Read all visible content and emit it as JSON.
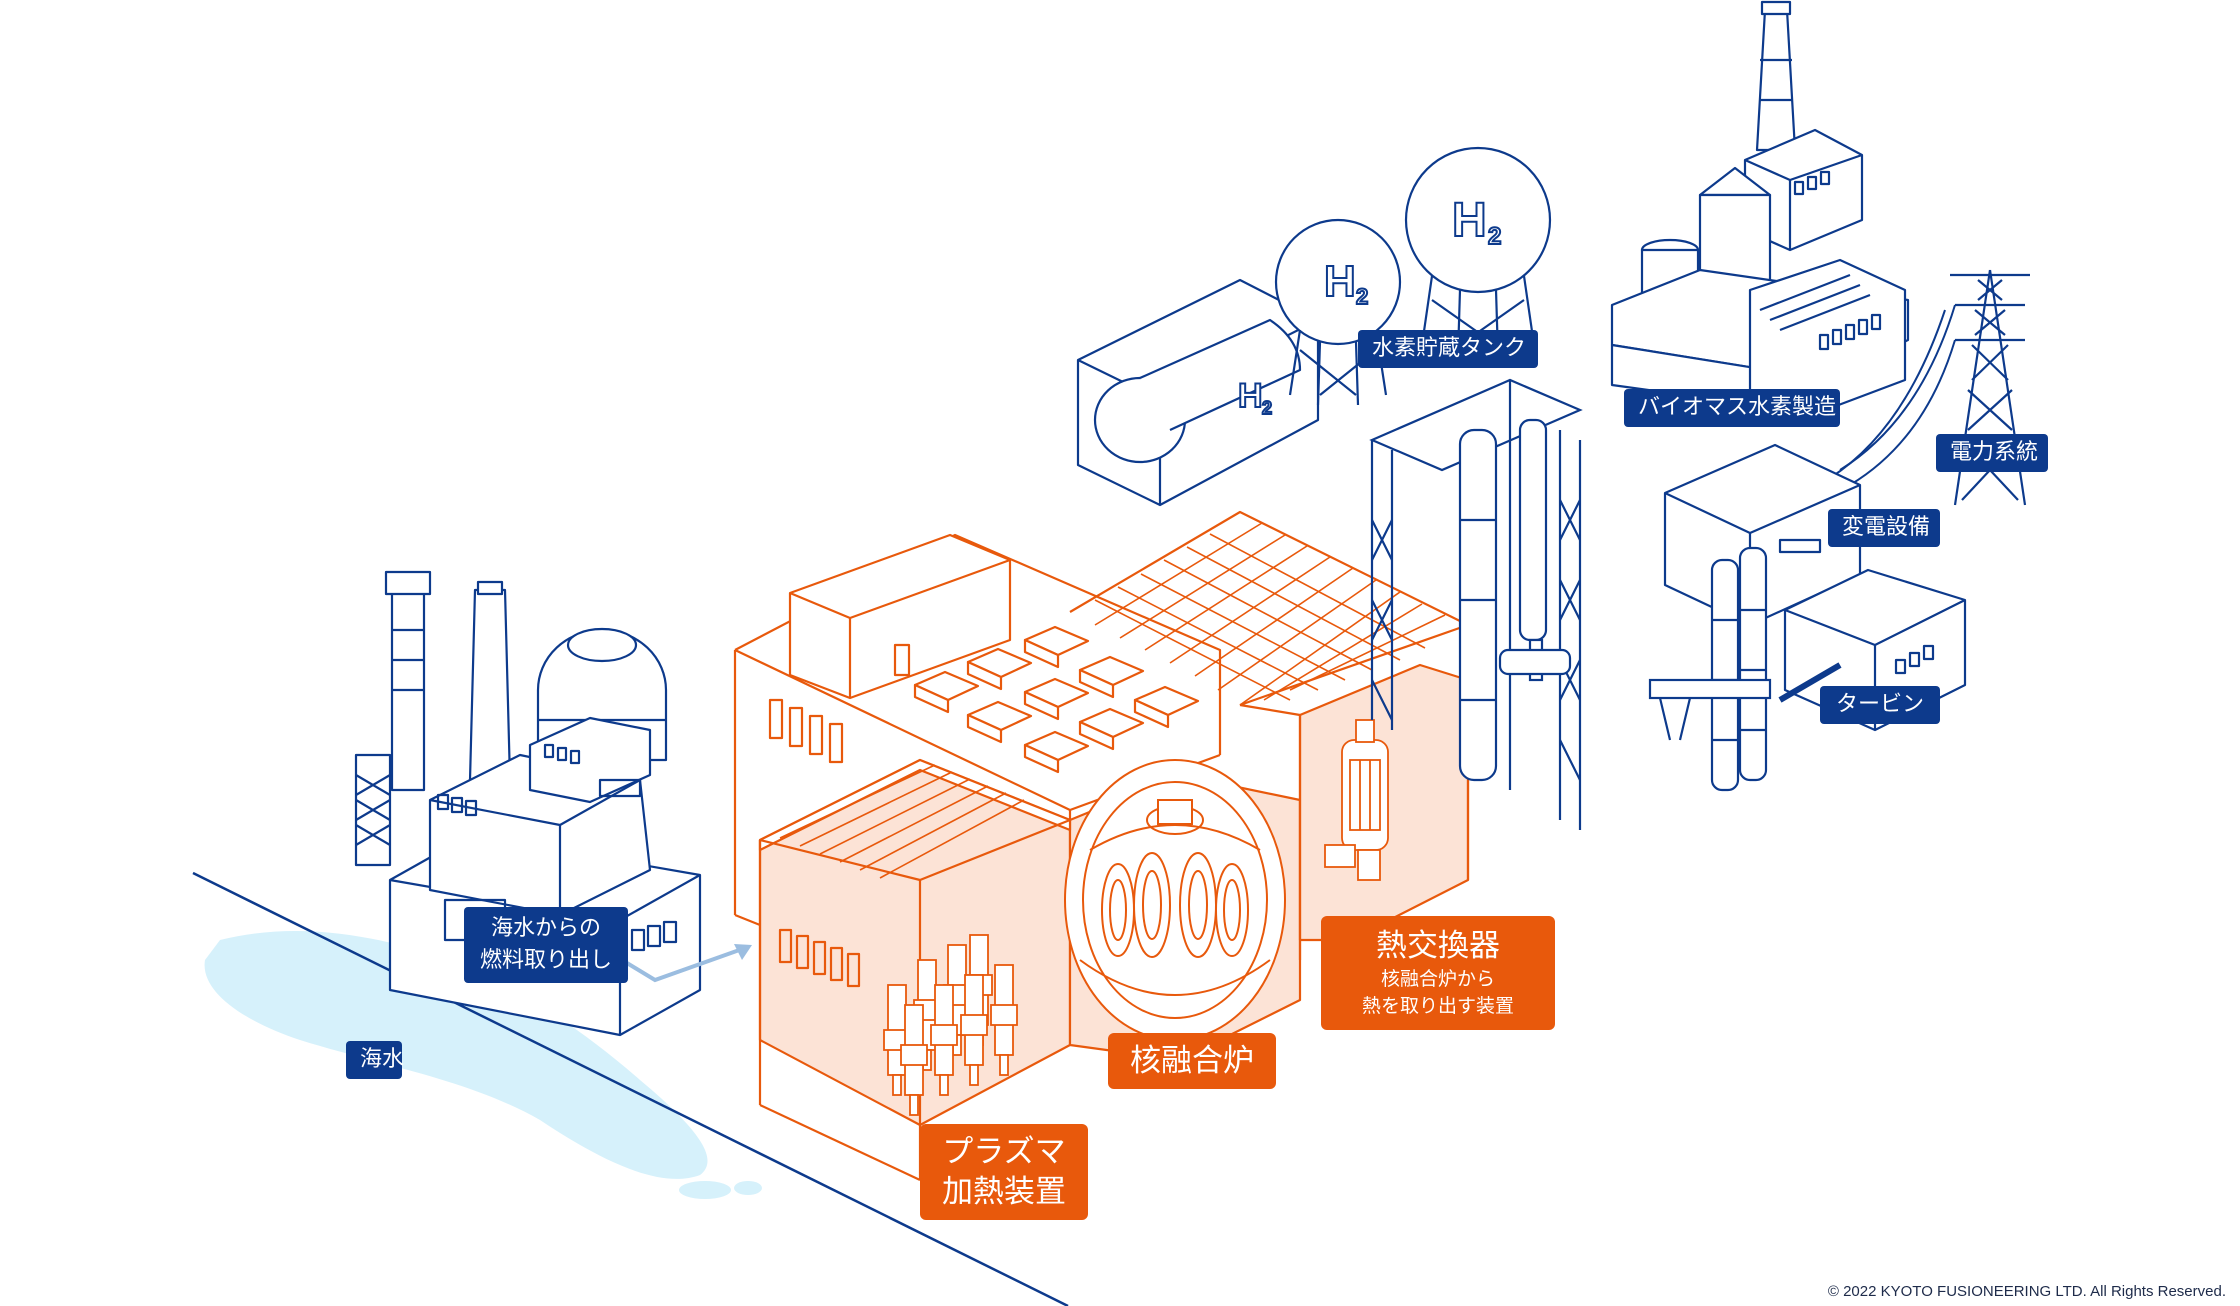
{
  "labels": {
    "sea": "海水",
    "fuel_extraction": [
      "海水からの",
      "燃料取り出し"
    ],
    "hydrogen_tanks": "水素貯蔵タンク",
    "biomass_h2": "バイオマス水素製造",
    "grid": "電力系統",
    "substation": "変電設備",
    "turbine": "タービン",
    "heat_exchanger": {
      "title": "熱交換器",
      "sub": [
        "核融合炉から",
        "熱を取り出す装置"
      ]
    },
    "fusion_reactor": "核融合炉",
    "plasma_heating": [
      "プラズマ",
      "加熱装置"
    ]
  },
  "tank_markings": {
    "h2": "H",
    "h2_sub": "2"
  },
  "copyright": "© 2022 KYOTO FUSIONEERING LTD.  All Rights Reserved.",
  "colors": {
    "outline_blue": "#0d3a8c",
    "accent_orange": "#e8590c",
    "room_fill": "#fce3d6",
    "sea": "#d6f1fb",
    "arrow": "#9bbde0"
  }
}
